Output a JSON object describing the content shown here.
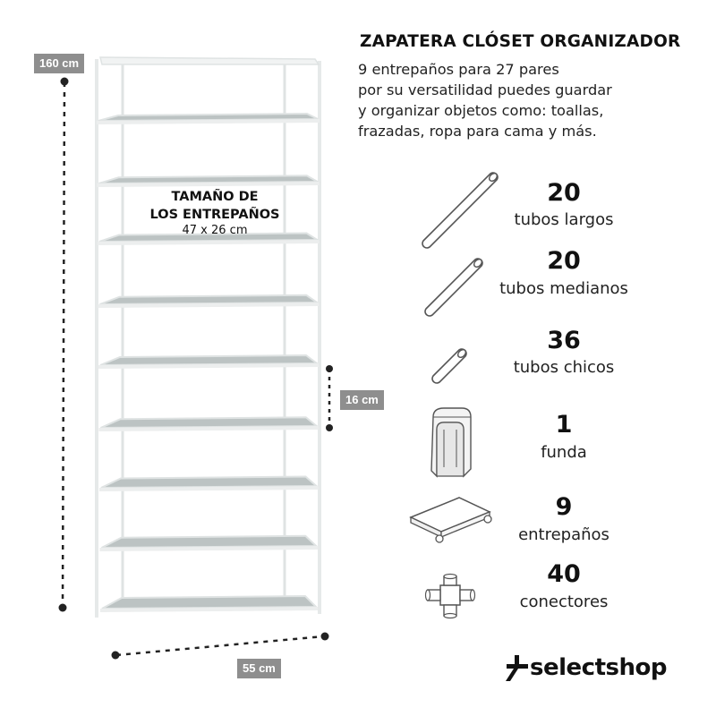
{
  "product": {
    "title": "ZAPATERA CLÓSET ORGANIZADOR",
    "description": [
      "9 entrepaños para 27 pares",
      "por su versatilidad puedes guardar",
      "y organizar objetos como: toallas,",
      "frazadas, ropa para cama y más."
    ]
  },
  "dimensions": {
    "height": "160 cm",
    "width": "55 cm",
    "shelf_gap": "16 cm",
    "shelf_size_title_1": "TAMAÑO DE",
    "shelf_size_title_2": "LOS ENTREPAÑOS",
    "shelf_size": "47 x 26 cm"
  },
  "components": [
    {
      "count": "20",
      "label": "tubos largos",
      "icon": "long-tube-icon"
    },
    {
      "count": "20",
      "label": "tubos medianos",
      "icon": "medium-tube-icon"
    },
    {
      "count": "36",
      "label": "tubos chicos",
      "icon": "short-tube-icon"
    },
    {
      "count": "1",
      "label": "funda",
      "icon": "cover-icon"
    },
    {
      "count": "9",
      "label": "entrepaños",
      "icon": "shelf-icon"
    },
    {
      "count": "40",
      "label": "conectores",
      "icon": "connector-icon"
    }
  ],
  "brand": {
    "name": "selectshop"
  },
  "colors": {
    "tag_bg": "#8e8e8e",
    "frame": "#dfe3e3",
    "shelf": "#bcc3c3"
  }
}
